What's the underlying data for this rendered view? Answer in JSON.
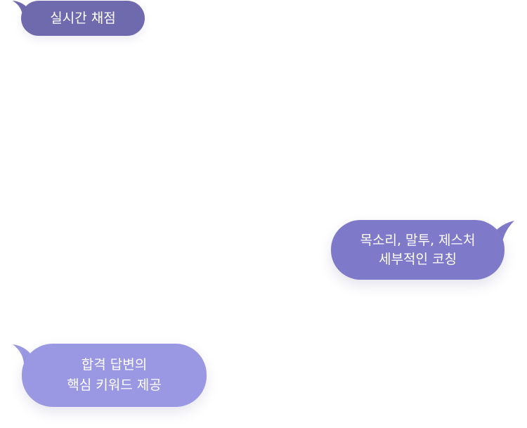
{
  "bubbles": {
    "realtime_scoring": {
      "lines": [
        "실시간 채점"
      ],
      "color": "#6f6aad"
    },
    "detailed_coaching": {
      "lines": [
        "목소리, 말투, 제스처",
        "세부적인 코칭"
      ],
      "color": "#7e79c8"
    },
    "keywords": {
      "lines": [
        "합격 답변의",
        "핵심 키워드 제공"
      ],
      "color": "#9a98e3"
    }
  }
}
